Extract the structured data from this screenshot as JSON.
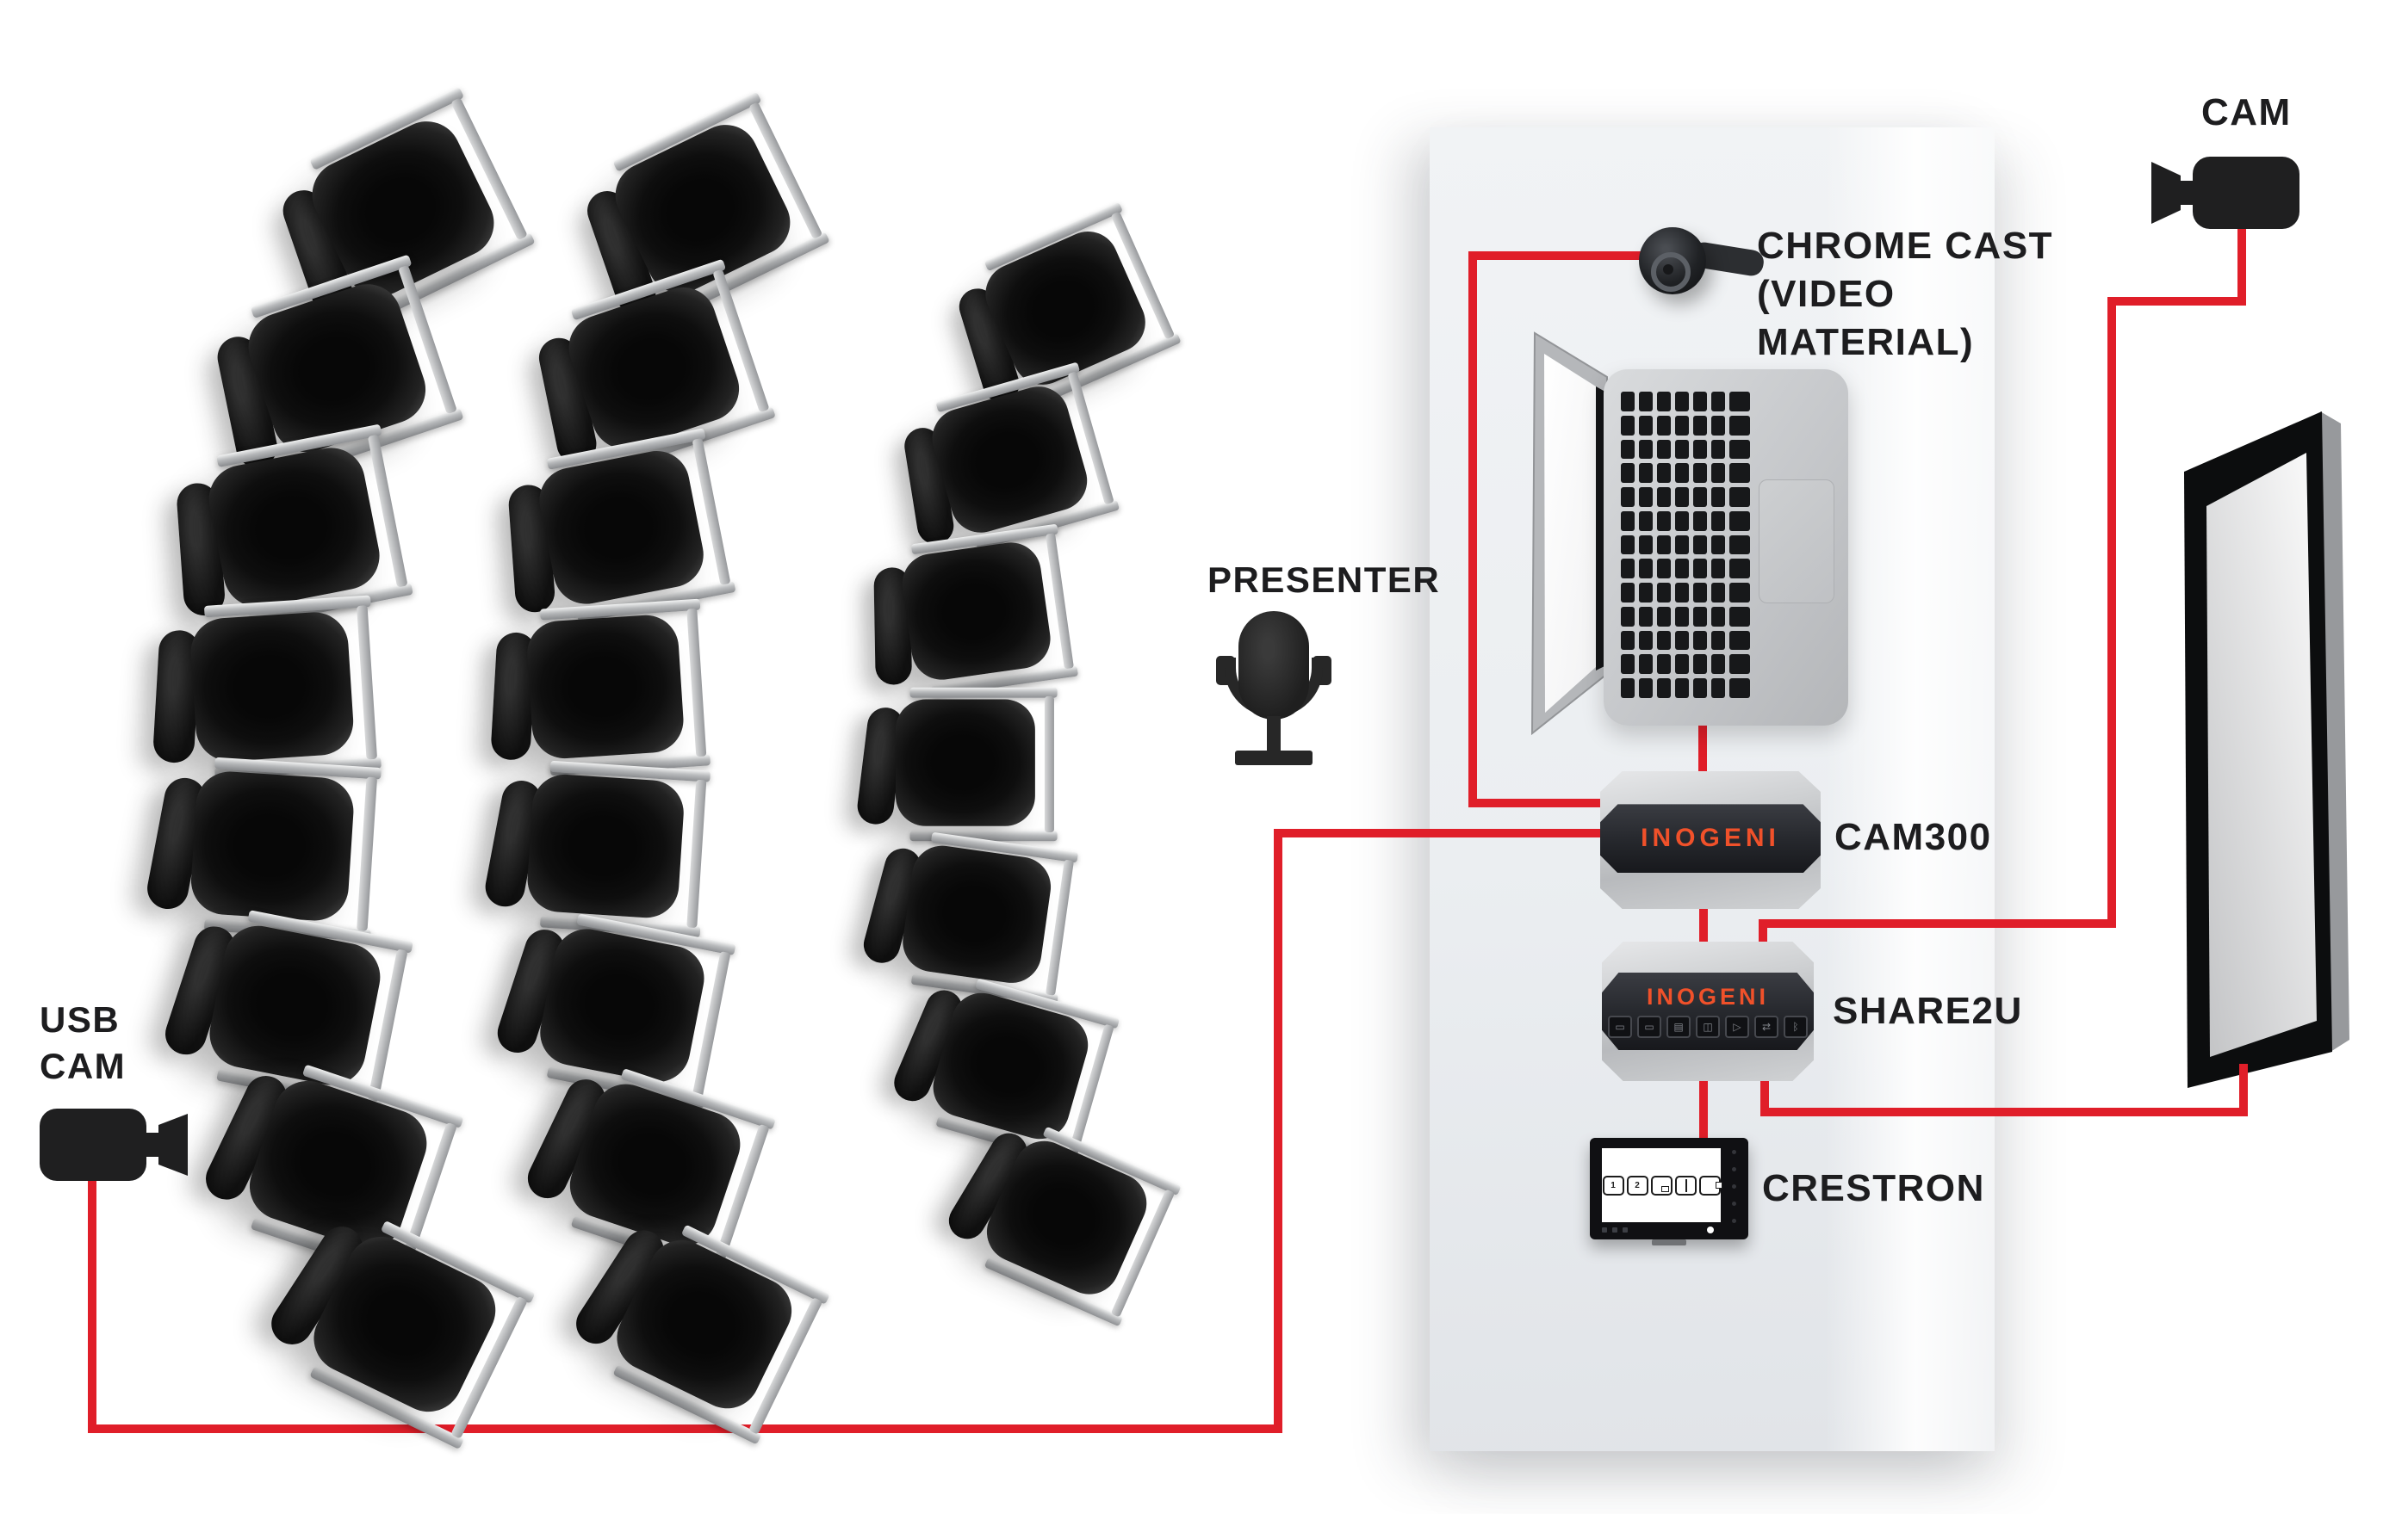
{
  "colors": {
    "connection_red": "#e01e29",
    "inogeni_orange": "#f0512a",
    "label_dark": "#1d1d1f",
    "panel_gray": "#ebeef1"
  },
  "labels": {
    "presenter": "PRESENTER",
    "usb_cam_line1": "USB",
    "usb_cam_line2": "CAM",
    "cam": "CAM",
    "chromecast_line1": "CHROME CAST",
    "chromecast_line2": "(VIDEO",
    "chromecast_line3": "MATERIAL)",
    "cam300": "CAM300",
    "share2u": "SHARE2U",
    "crestron": "CRESTRON"
  },
  "brand": {
    "inogeni": "INOGENI"
  },
  "crestron_screen": {
    "buttons": [
      {
        "label": "1"
      },
      {
        "label": "2"
      },
      {
        "icon": "display-pip"
      },
      {
        "icon": "display-split"
      },
      {
        "icon": "display-extend"
      }
    ]
  },
  "share2u_buttons": [
    "source-1",
    "source-2",
    "source-3",
    "source-4",
    "output",
    "swap",
    "bluetooth"
  ],
  "seating": {
    "rows": [
      {
        "id": "row-left",
        "seats": 8
      },
      {
        "id": "row-middle",
        "seats": 8
      },
      {
        "id": "row-right",
        "seats": 7
      }
    ]
  },
  "connections": [
    {
      "from": "usb-cam",
      "to": "cam300"
    },
    {
      "from": "chromecast",
      "to": "cam300"
    },
    {
      "from": "laptop",
      "to": "cam300"
    },
    {
      "from": "cam300",
      "to": "share2u"
    },
    {
      "from": "cam",
      "to": "share2u"
    },
    {
      "from": "share2u",
      "to": "crestron"
    },
    {
      "from": "share2u",
      "to": "display"
    }
  ]
}
